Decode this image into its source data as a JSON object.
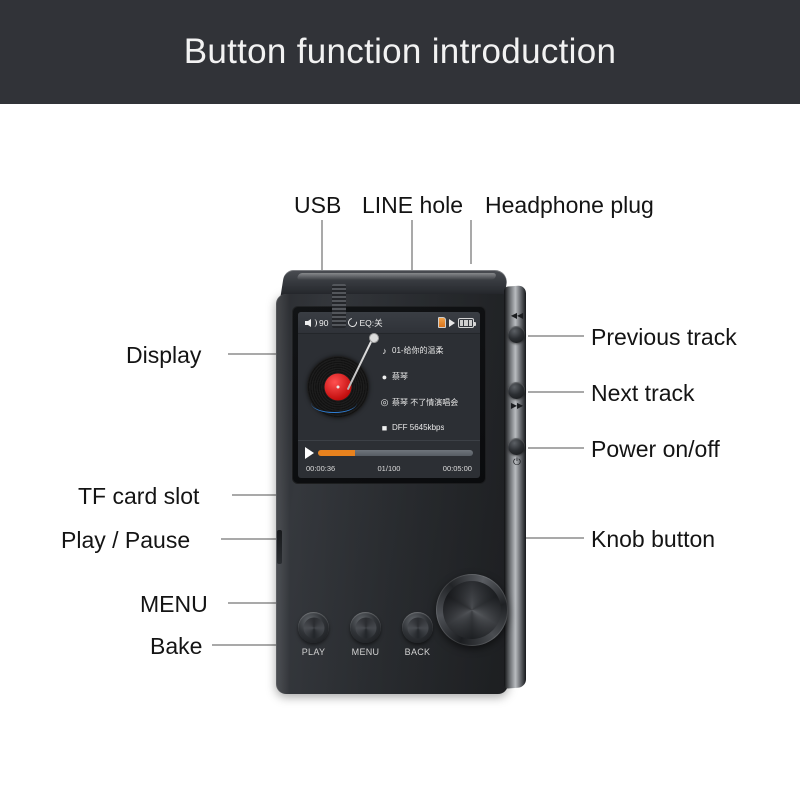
{
  "header": {
    "title": "Button function introduction",
    "bg_color": "#313338",
    "text_color": "#f2f2f2"
  },
  "callouts": {
    "top": [
      {
        "id": "usb",
        "label": "USB"
      },
      {
        "id": "line-hole",
        "label": "LINE hole"
      },
      {
        "id": "headphone-plug",
        "label": "Headphone plug"
      }
    ],
    "left": [
      {
        "id": "display",
        "label": "Display"
      },
      {
        "id": "tf-card-slot",
        "label": "TF card slot"
      },
      {
        "id": "play-pause",
        "label": "Play / Pause"
      },
      {
        "id": "menu",
        "label": "MENU"
      },
      {
        "id": "bake",
        "label": "Bake"
      }
    ],
    "right": [
      {
        "id": "previous-track",
        "label": "Previous track"
      },
      {
        "id": "next-track",
        "label": "Next track"
      },
      {
        "id": "power-on-off",
        "label": "Power on/off"
      },
      {
        "id": "knob-button",
        "label": "Knob button"
      }
    ]
  },
  "device": {
    "front_buttons": [
      {
        "id": "play",
        "label": "PLAY"
      },
      {
        "id": "menu",
        "label": "MENU"
      },
      {
        "id": "back",
        "label": "BACK"
      }
    ],
    "side_buttons": [
      {
        "id": "previous",
        "glyph": "◀◀"
      },
      {
        "id": "next",
        "glyph": "▶▶"
      },
      {
        "id": "power",
        "glyph": "⏻"
      }
    ],
    "screen": {
      "status": {
        "volume": "90",
        "eq": "EQ:关",
        "battery_level": 3
      },
      "now_playing": {
        "track_icon": "♪",
        "track": "01-给你的温柔",
        "artist_icon": "●",
        "artist": "蔡琴",
        "album_icon": "◎",
        "album": "蔡琴 不了情演唱会",
        "format_icon": "■",
        "format": "DFF 5645kbps"
      },
      "playback": {
        "elapsed": "00:00:36",
        "track_index": "01/100",
        "duration": "00:05:00",
        "progress_percent": 24,
        "progress_color": "#e8821e"
      }
    }
  }
}
